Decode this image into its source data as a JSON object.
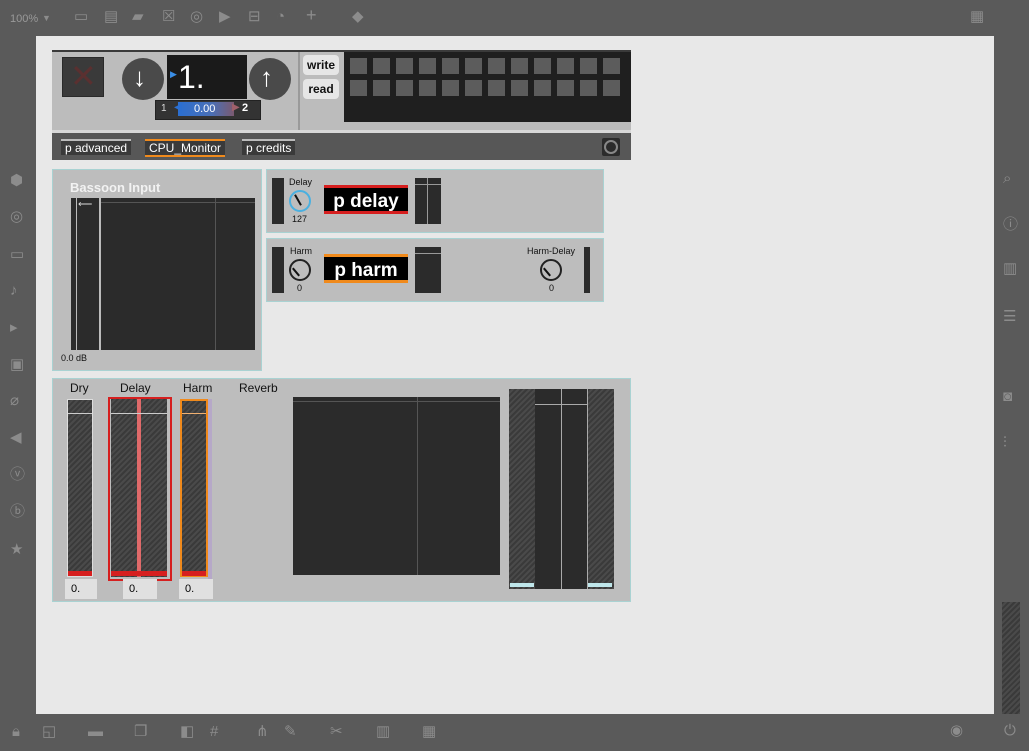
{
  "toolbar": {
    "zoom": "100%",
    "icons": [
      "presentation-icon",
      "message-icon",
      "comment-icon",
      "x-box-icon",
      "target-icon",
      "play-box-icon",
      "minus-box-icon",
      "clock-icon",
      "plus-icon",
      "paint-bucket-icon",
      "grid-icon"
    ]
  },
  "preset": {
    "number": "1.",
    "write_label": "write",
    "read_label": "read",
    "slot_start": "1",
    "interp_value": "0.00",
    "slot_end": "2"
  },
  "buttons": {
    "advanced": "p advanced",
    "cpu_monitor": "CPU_Monitor",
    "credits": "p credits"
  },
  "input": {
    "title": "Bassoon Input",
    "db": "0.0 dB"
  },
  "delay": {
    "knob_label": "Delay",
    "knob_value": "127",
    "patch_label": "p delay"
  },
  "harm": {
    "knob_label": "Harm",
    "knob_value": "0",
    "patch_label": "p harm",
    "delay_knob_label": "Harm-Delay",
    "delay_knob_value": "0"
  },
  "mixer": {
    "dry_label": "Dry",
    "delay_label": "Delay",
    "harm_label": "Harm",
    "reverb_label": "Reverb",
    "dry_value": "0.",
    "delay_value": "0.",
    "harm_value": "0."
  },
  "colors": {
    "accent_orange": "#f08a1c",
    "accent_red": "#d61f1f",
    "preset_blue": "#2b6fd1"
  }
}
